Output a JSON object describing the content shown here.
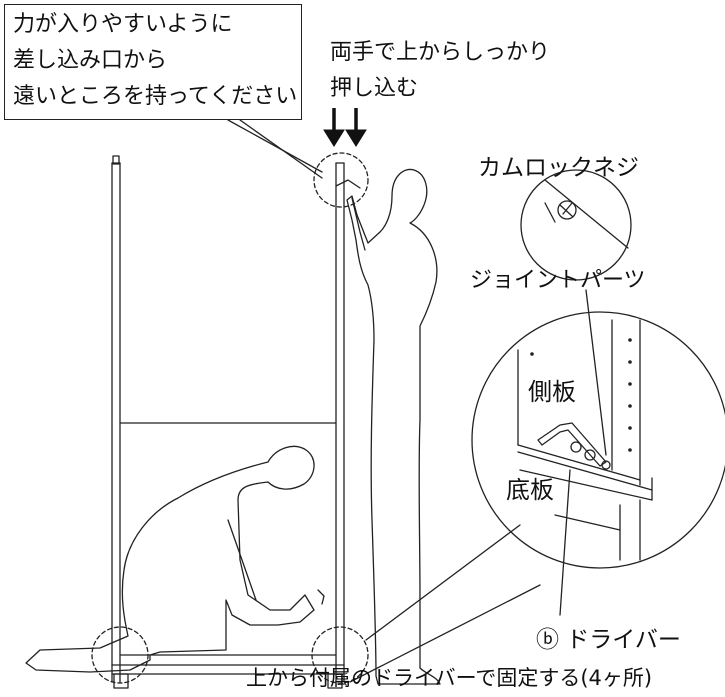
{
  "callout": {
    "line1": "力が入りやすいように",
    "line2": "差し込み口から",
    "line3": "遠いところを持ってください"
  },
  "instruction_top": {
    "line1": "両手で上からしっかり",
    "line2": "押し込む"
  },
  "labels": {
    "cam_lock_screw": "カムロックネジ",
    "joint_parts": "ジョイントパーツ",
    "side_panel": "側板",
    "bottom_panel": "底板",
    "driver": "ⓑ ドライバー"
  },
  "caption": "上から付属のドライバーで固定する(4ヶ所)",
  "colors": {
    "line": "#222222",
    "arrow": "#111111"
  }
}
